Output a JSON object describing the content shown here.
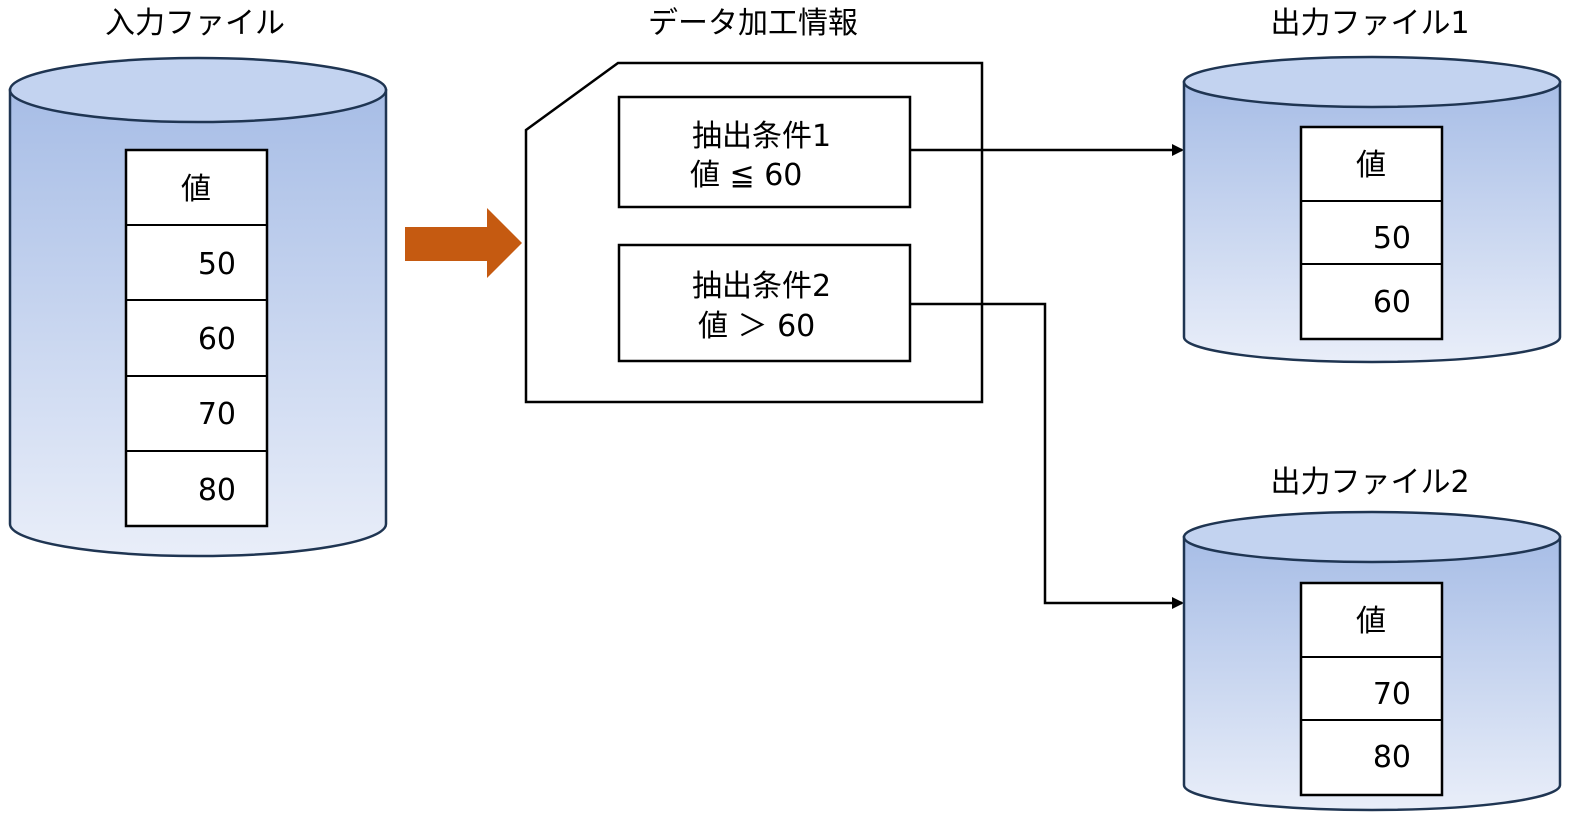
{
  "input_file": {
    "title": "入力ファイル",
    "header": "値",
    "values": [
      "50",
      "60",
      "70",
      "80"
    ]
  },
  "processing": {
    "title": "データ加工情報",
    "conditions": [
      {
        "name": "抽出条件1",
        "rule": "値 ≦ 60"
      },
      {
        "name": "抽出条件2",
        "rule": "値 ＞ 60"
      }
    ]
  },
  "output_file_1": {
    "title": "出力ファイル1",
    "header": "値",
    "values": [
      "50",
      "60"
    ]
  },
  "output_file_2": {
    "title": "出力ファイル2",
    "header": "値",
    "values": [
      "70",
      "80"
    ]
  },
  "colors": {
    "cylinder_top": "#a7bde6",
    "cylinder_bottom": "#e9eef9",
    "cylinder_stroke": "#1f3552",
    "flow_arrow": "#c55a11"
  }
}
